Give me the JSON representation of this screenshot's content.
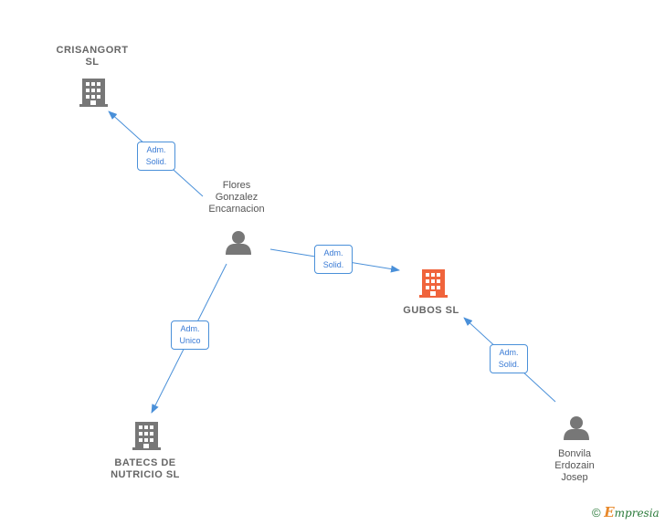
{
  "nodes": {
    "crisangort": {
      "label": "CRISANGORT\nSL",
      "type": "company"
    },
    "flores": {
      "label": "Flores\nGonzalez\nEncarnacion",
      "type": "person"
    },
    "gubos": {
      "label": "GUBOS  SL",
      "type": "company-focus"
    },
    "batecs": {
      "label": "BATECS DE\nNUTRICIO  SL",
      "type": "company"
    },
    "bonvila": {
      "label": "Bonvila\nErdozain\nJosep",
      "type": "person"
    }
  },
  "edges": [
    {
      "from": "flores",
      "to": "crisangort",
      "label": "Adm.\nSolid."
    },
    {
      "from": "flores",
      "to": "gubos",
      "label": "Adm.\nSolid."
    },
    {
      "from": "flores",
      "to": "batecs",
      "label": "Adm.\nUnico"
    },
    {
      "from": "bonvila",
      "to": "gubos",
      "label": "Adm.\nSolid."
    }
  ],
  "colors": {
    "edge": "#4a90d9",
    "company": "#777777",
    "focus": "#f0643c",
    "person": "#777777"
  },
  "footer": {
    "copyright": "©",
    "brand_initial": "E",
    "brand_rest": "mpresia"
  }
}
